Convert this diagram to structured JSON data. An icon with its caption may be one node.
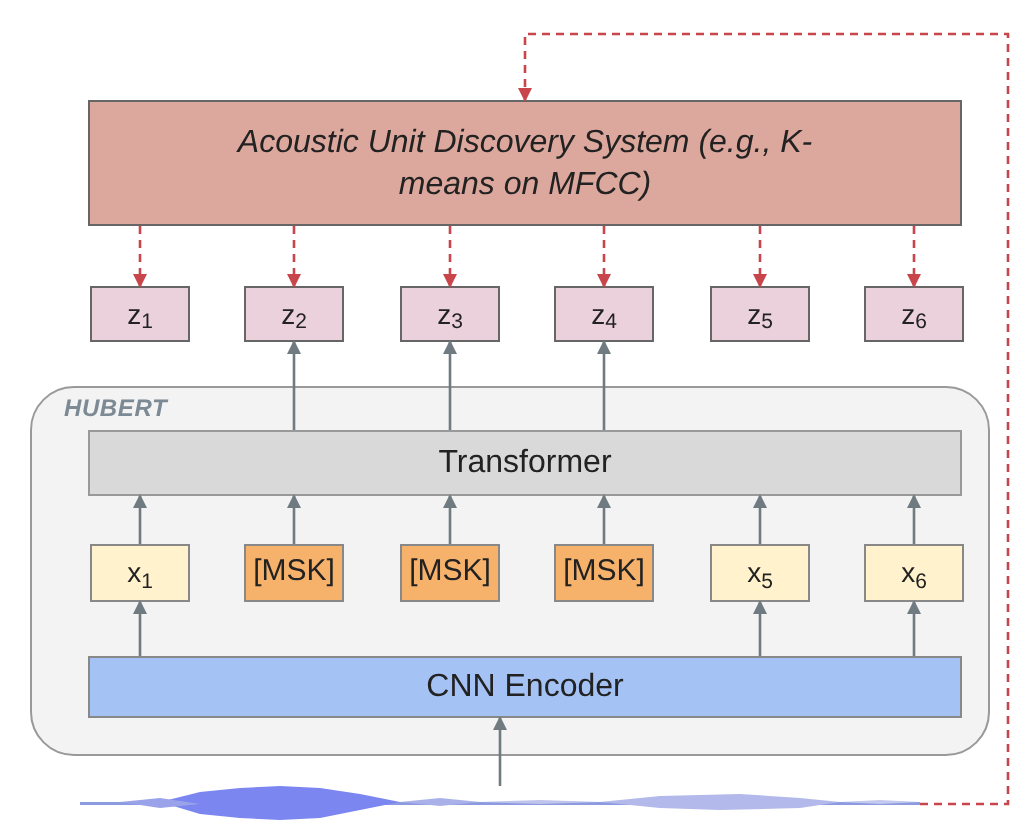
{
  "diagram": {
    "nodes": [
      {
        "text": [
          "Acoustic Unit Discovery System (e.g., K-means on MFCC)"
        ]
      },
      {
        "text": [
          "z$_{1}$"
        ]
      },
      {
        "text": [
          "z$_{2}$"
        ]
      },
      {
        "text": [
          "z$_{3}$"
        ]
      },
      {
        "text": [
          "z$_{4}$"
        ]
      },
      {
        "text": [
          "z$_{5}$"
        ]
      },
      {
        "text": [
          "z$_{6}$"
        ]
      },
      {
        "text": [
          "HUBERT"
        ]
      },
      {
        "text": [
          "Transformer"
        ],
        "in": 7
      },
      {
        "text": [
          "x$_{1}$"
        ],
        "in": 7
      },
      {
        "text": [
          "[MSK]"
        ],
        "in": 7
      },
      {
        "text": [
          "[MSK]"
        ],
        "in": 7
      },
      {
        "text": [
          "[MSK]"
        ],
        "in": 7
      },
      {
        "text": [
          "x$_{5}$"
        ],
        "in": 7
      },
      {
        "text": [
          "x$_{6}$"
        ],
        "in": 7
      },
      {
        "text": [
          "CNN Encoder"
        ],
        "in": 7
      },
      {
        "text": [],
        "shape": "picture"
      }
    ],
    "edges": [
      {
        "from": 16,
        "to": 0,
        "arrow": "to",
        "style": "dashed",
        "color": "#c8464b"
      },
      {
        "from": 0,
        "to": 1,
        "arrow": "to",
        "style": "dashed",
        "color": "#c8464b"
      },
      {
        "from": 0,
        "to": 2,
        "arrow": "to",
        "style": "dashed",
        "color": "#c8464b"
      },
      {
        "from": 0,
        "to": 3,
        "arrow": "to",
        "style": "dashed",
        "color": "#c8464b"
      },
      {
        "from": 0,
        "to": 4,
        "arrow": "to",
        "style": "dashed",
        "color": "#c8464b"
      },
      {
        "from": 0,
        "to": 5,
        "arrow": "to",
        "style": "dashed",
        "color": "#c8464b"
      },
      {
        "from": 0,
        "to": 6,
        "arrow": "to",
        "style": "dashed",
        "color": "#c8464b"
      },
      {
        "from": 8,
        "to": 2,
        "arrow": "to"
      },
      {
        "from": 8,
        "to": 3,
        "arrow": "to"
      },
      {
        "from": 8,
        "to": 4,
        "arrow": "to"
      },
      {
        "from": 9,
        "to": 8,
        "arrow": "to"
      },
      {
        "from": 10,
        "to": 8,
        "arrow": "to"
      },
      {
        "from": 11,
        "to": 8,
        "arrow": "to"
      },
      {
        "from": 12,
        "to": 8,
        "arrow": "to"
      },
      {
        "from": 13,
        "to": 8,
        "arrow": "to"
      },
      {
        "from": 14,
        "to": 8,
        "arrow": "to"
      },
      {
        "from": 15,
        "to": 9,
        "arrow": "to"
      },
      {
        "from": 15,
        "to": 13,
        "arrow": "to"
      },
      {
        "from": 15,
        "to": 14,
        "arrow": "to"
      },
      {
        "from": 16,
        "to": 15,
        "arrow": "to"
      }
    ]
  }
}
